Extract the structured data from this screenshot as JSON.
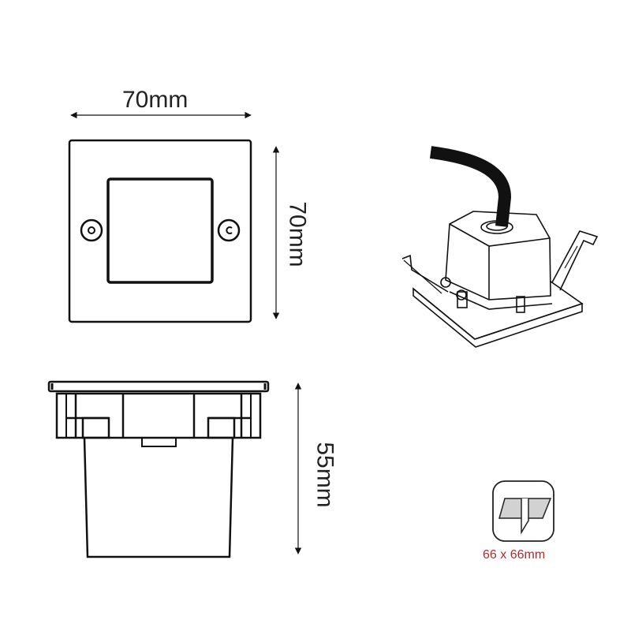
{
  "drawing": {
    "front_view": {
      "width_label": "70mm",
      "height_label": "70mm"
    },
    "side_view": {
      "depth_label": "55mm"
    },
    "iso_view": {
      "description": "isometric view of recessed box with cable and spring clips"
    },
    "cutout": {
      "icon": "cutout-hole-icon",
      "label": "66 x 66mm",
      "label_color": "#b22a2e"
    }
  }
}
